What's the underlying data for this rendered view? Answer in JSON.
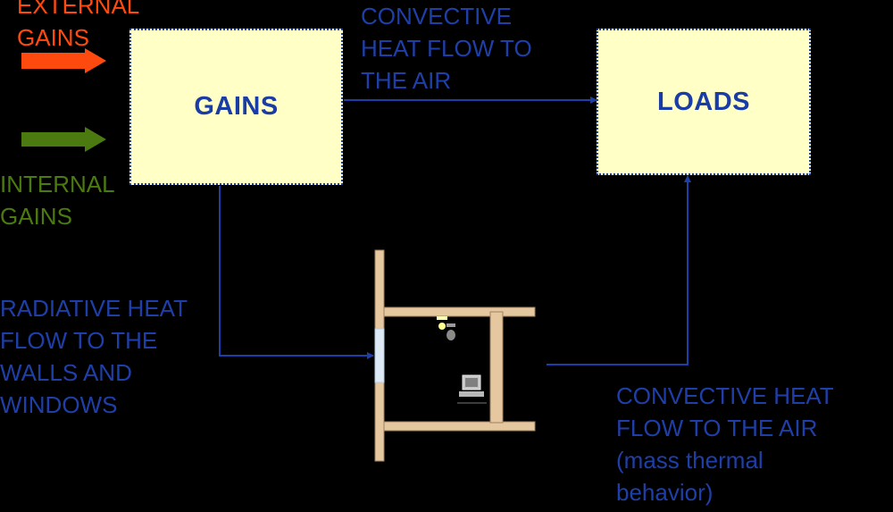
{
  "labels": {
    "external_gains": "EXTERNAL\nGAINS",
    "internal_gains": "INTERNAL\nGAINS",
    "convective_top": "CONVECTIVE\nHEAT FLOW TO\nTHE AIR",
    "radiative": "RADIATIVE HEAT\nFLOW TO THE\nWALLS AND\nWINDOWS",
    "convective_bottom": "CONVECTIVE HEAT\nFLOW TO THE AIR\n(mass thermal\nbehavior)"
  },
  "boxes": {
    "gains": "GAINS",
    "loads": "LOADS"
  },
  "colors": {
    "external": "#FF4A0F",
    "internal": "#4A7A10",
    "flow": "#1F3FA8",
    "box_fill": "#FFFFC6",
    "wall": "#E6C8A0"
  }
}
